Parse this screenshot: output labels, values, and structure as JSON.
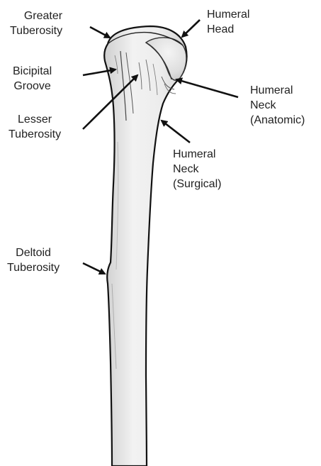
{
  "labels": {
    "greater_tuberosity": [
      "Greater",
      "Tuberosity"
    ],
    "humeral_head": [
      "Humeral",
      "Head"
    ],
    "bicipital_groove": [
      "Bicipital",
      "Groove"
    ],
    "lesser_tuberosity": [
      "Lesser",
      "Tuberosity"
    ],
    "humeral_neck_anatomic": [
      "Humeral",
      "Neck",
      "(Anatomic)"
    ],
    "humeral_neck_surgical": [
      "Humeral",
      "Neck",
      "(Surgical)"
    ],
    "deltoid_tuberosity": [
      "Deltoid",
      "Tuberosity"
    ]
  },
  "colors": {
    "bone_fill": "#e9e9e9",
    "bone_outline": "#111111",
    "arrow": "#111111",
    "text": "#222222"
  }
}
